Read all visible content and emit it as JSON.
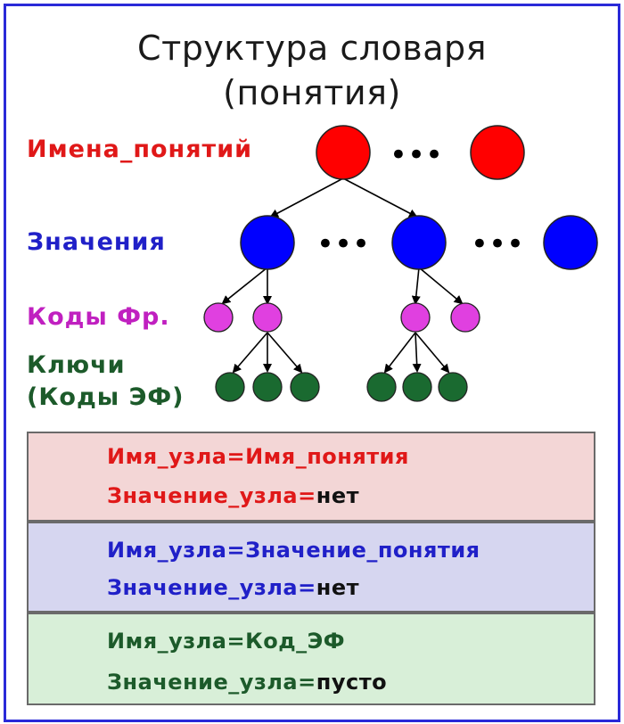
{
  "title_line1": "Структура словаря",
  "title_line2": "(понятия)",
  "labels": {
    "names": "Имена_понятий",
    "values": "Значения",
    "fr_codes": "Коды Фр.",
    "keys_line1": "Ключи",
    "keys_line2": "(Коды ЭФ)"
  },
  "ellipsis": "•••",
  "boxes": [
    {
      "line1": "Имя_узла=Имя_понятия",
      "line2_prefix": "Значение_узла=",
      "line2_value": "нет"
    },
    {
      "line1": "Имя_узла=Значение_понятия",
      "line2_prefix": "Значение_узла=",
      "line2_value": "нет"
    },
    {
      "line1": "Имя_узла=Код_ЭФ",
      "line2_prefix": "Значение_узла=",
      "line2_value": "пусто"
    }
  ],
  "colors": {
    "concept_node": "#ff0000",
    "value_node": "#0000ff",
    "fr_node": "#e040e0",
    "key_node": "#1a6a30",
    "box1_bg": "#f3d6d6",
    "box2_bg": "#d6d6f0",
    "box3_bg": "#d8efd8",
    "frame": "#2a2ad8"
  }
}
